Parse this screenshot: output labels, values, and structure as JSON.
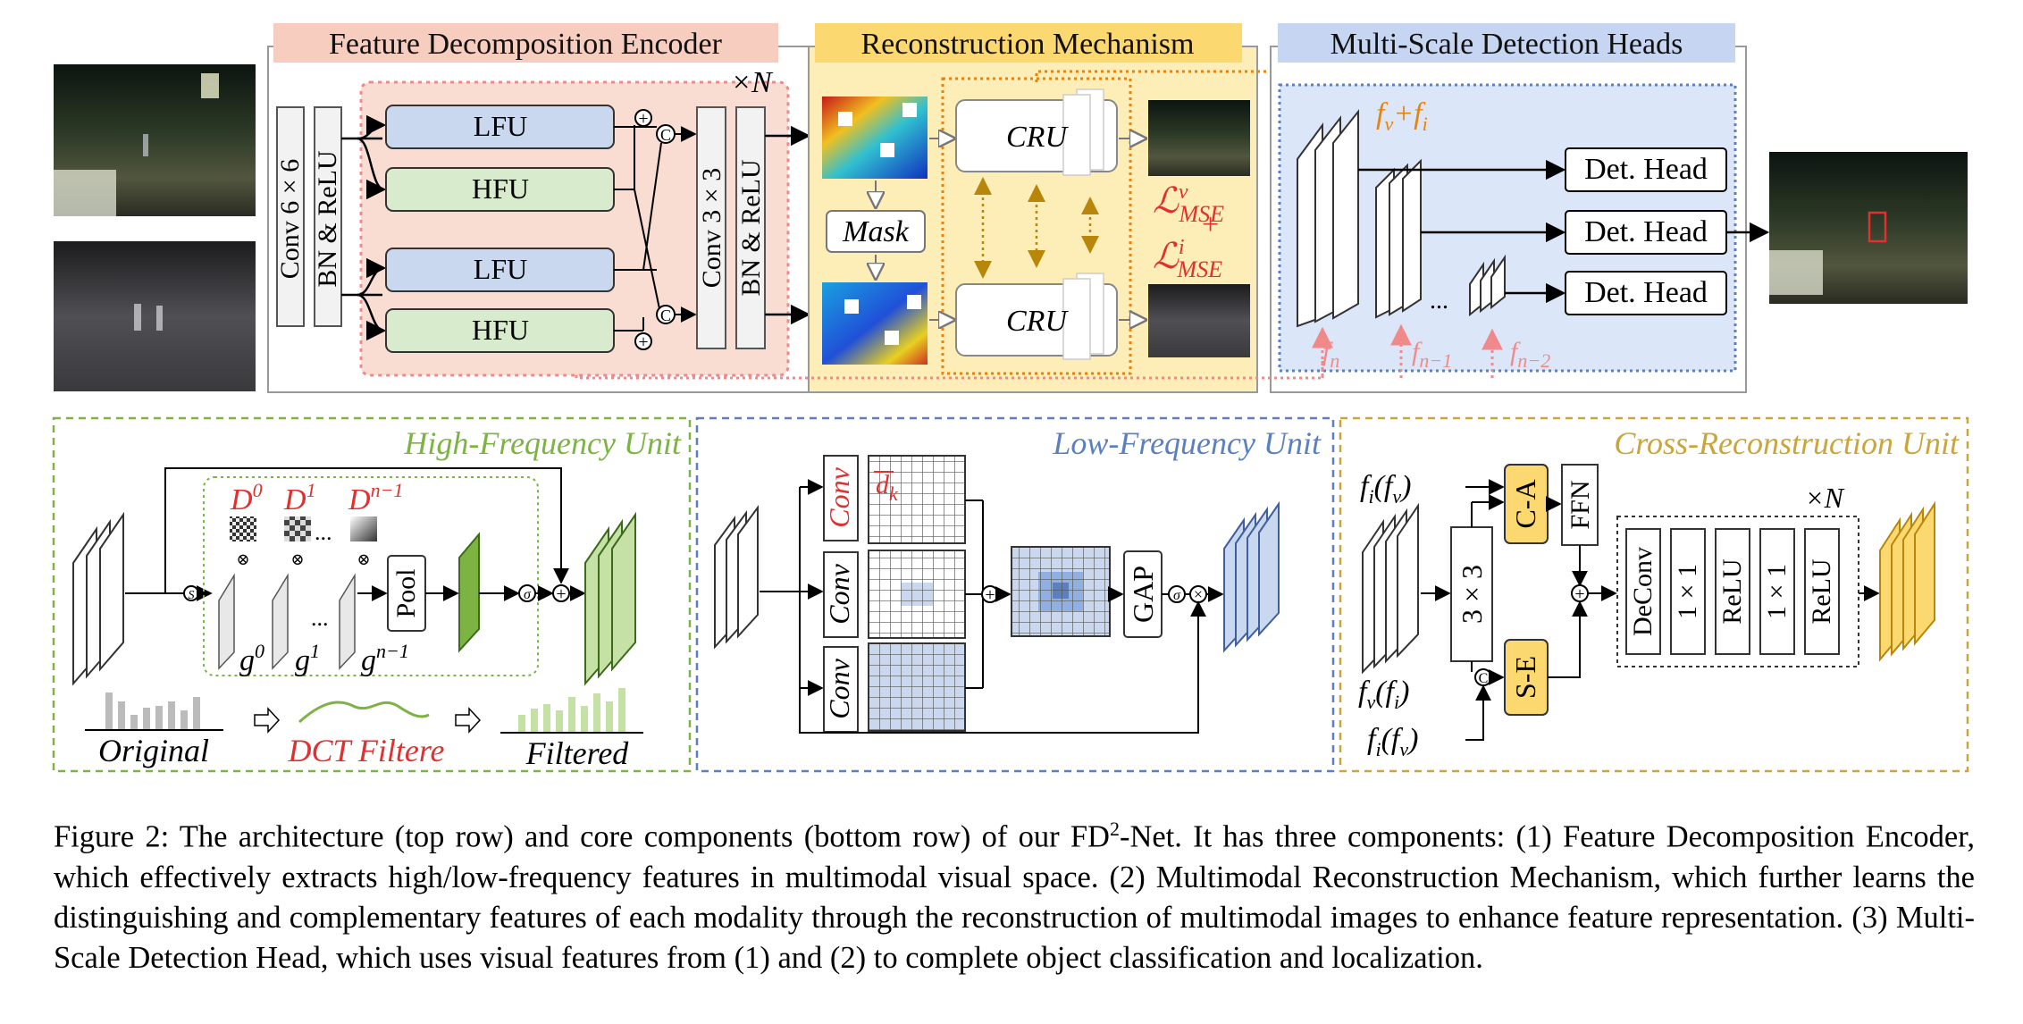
{
  "panels": {
    "encoder_title": "Feature Decomposition Encoder",
    "recon_title": "Reconstruction Mechanism",
    "heads_title": "Multi-Scale Detection Heads",
    "hfu_title": "High-Frequency Unit",
    "lfu_title": "Low-Frequency Unit",
    "cru_title": "Cross-Reconstruction Unit"
  },
  "encoder": {
    "conv6": "Conv 6 × 6",
    "bn_relu": "BN & ReLU",
    "conv3": "Conv 3 × 3",
    "lfu": "LFU",
    "hfu": "HFU",
    "repeat": "×N",
    "concat": "C",
    "plus": "+"
  },
  "recon": {
    "mask": "Mask",
    "cru": "CRU",
    "loss_v": "ℒ",
    "loss_v_sup": "v",
    "loss_sub": "MSE",
    "loss_plus": "+",
    "loss_i_sup": "i"
  },
  "heads": {
    "det_head": "Det. Head",
    "fusion": "f",
    "fusion_v": "v",
    "fusion_plus": "+",
    "fusion_i": "i",
    "f": "f",
    "fn": "n",
    "fn1": "n−1",
    "fn2": "n−2",
    "dots": "..."
  },
  "hfu": {
    "D": "D",
    "d0": "0",
    "d1": "1",
    "dn": "n−1",
    "g": "g",
    "g0": "0",
    "g1": "1",
    "gn": "n−1",
    "pool": "Pool",
    "original": "Original",
    "dct": "DCT Filtere",
    "filtered": "Filtered",
    "dots": "...",
    "mul": "⊗",
    "s": "S",
    "sig": "σ",
    "plus": "+"
  },
  "lfu": {
    "conv": "Conv",
    "dk": "d",
    "dk_sub": "k",
    "gap": "GAP",
    "plus": "+",
    "sig": "σ",
    "mul": "×"
  },
  "cru": {
    "fi_fv": "f",
    "fi_fv_a": "i",
    "fi_fv_b": "(f",
    "fi_fv_c": "v",
    "fi_fv_d": ")",
    "fv_fi_a": "v",
    "fv_fi_c": "i",
    "ca": "C-A",
    "ffn": "FFN",
    "conv3": "3 × 3",
    "se": "S-E",
    "deconv": "DeConv",
    "one": "1 × 1",
    "relu": "ReLU",
    "repeat": "×N",
    "concat": "C",
    "plus": "+"
  },
  "caption": {
    "pre": "Figure 2: The architecture (top row) and core components (bottom row) of our FD",
    "sup": "2",
    "post": "-Net. It has three components: (1) Feature Decomposition Encoder, which effectively extracts high/low-frequency features in multimodal visual space. (2) Multimodal Reconstruction Mechanism, which further learns the distinguishing and complementary features of each modality through the reconstruction of multimodal images to enhance feature representation. (3) Multi-Scale Detection Head, which uses visual features from (1) and (2) to complete object classification and localization."
  },
  "colors": {
    "encoder_bg": "#f9ddd2",
    "encoder_title_bg": "#f6cdbf",
    "recon_bg": "#fdeeb8",
    "recon_title_bg": "#fcd870",
    "heads_bg": "#dbe6f8",
    "heads_title_bg": "#c6d6f2",
    "lfu_box": "#c9d7ef",
    "hfu_box": "#d8ebcc",
    "orange": "#e8820c",
    "red": "#e03030",
    "pink": "#f08a8a",
    "hfu_green": "#7cb342",
    "lfu_blue": "#5b7fbf",
    "cru_gold": "#c9a53a"
  }
}
